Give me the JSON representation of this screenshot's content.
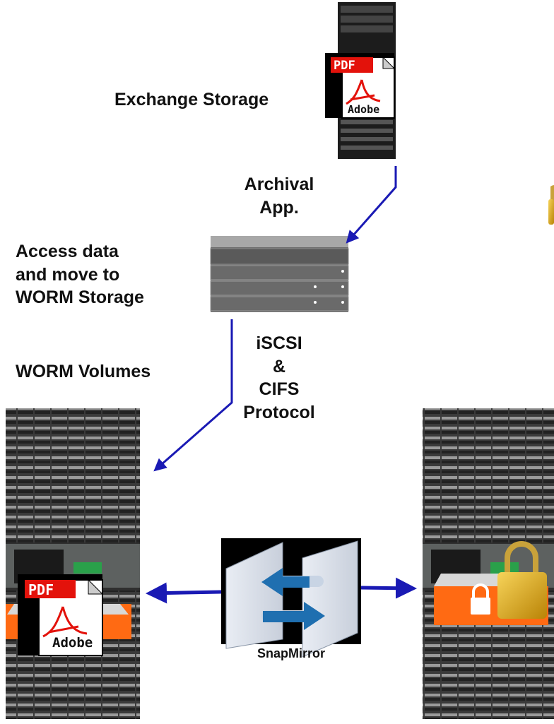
{
  "labels": {
    "exchange_storage": "Exchange Storage",
    "archival_app_line1": "Archival",
    "archival_app_line2": "App.",
    "access_line1": "Access data",
    "access_line2": "and move to",
    "access_line3": "WORM Storage",
    "worm_volumes": "WORM Volumes",
    "protocol_line1": "iSCSI",
    "protocol_line2": "&",
    "protocol_line3": "CIFS",
    "protocol_line4": "Protocol",
    "snapmirror": "SnapMirror"
  },
  "pdf_icon": {
    "badge": "PDF",
    "brand": "Adobe"
  },
  "colors": {
    "arrow": "#1a1ab4",
    "orange_tray": "#ff6a13",
    "pdf_red": "#e3120b",
    "lock_gold": "#d9a514",
    "rack_dark": "#2b2b2b",
    "server_gray": "#7a7a7a",
    "snapmirror_blue": "#1f6fb0"
  },
  "icons": [
    "tower-server-icon",
    "pdf-file-icon",
    "rack-server-icon",
    "storage-array-icon",
    "padlock-icon",
    "snapmirror-icon"
  ]
}
